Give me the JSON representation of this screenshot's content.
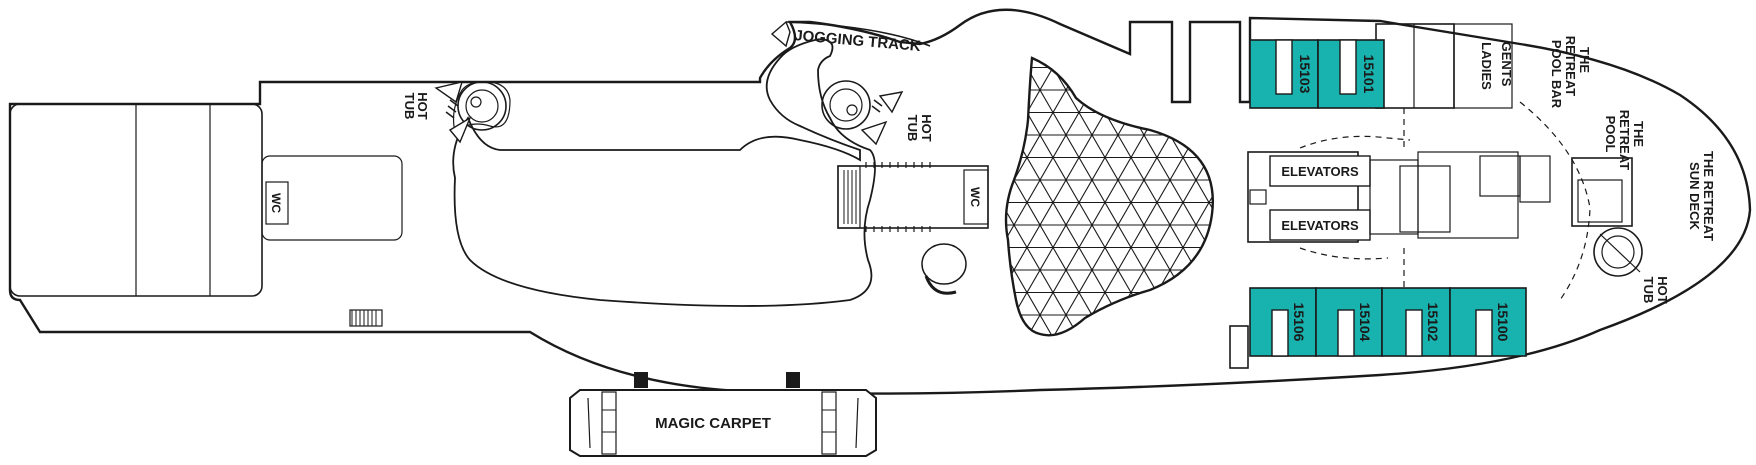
{
  "labels": {
    "jogging_track": "JOGGING TRACK",
    "hot_tub": "HOT TUB",
    "hot_tub_word1": "HOT",
    "hot_tub_word2": "TUB",
    "wc": "WC",
    "elevators": "ELEVATORS",
    "gents": "GENTS",
    "ladies": "LADIES",
    "retreat_pool_bar": [
      "THE",
      "RETREAT",
      "POOL BAR"
    ],
    "retreat_pool": [
      "THE",
      "RETREAT",
      "POOL"
    ],
    "retreat_sun_deck": [
      "THE RETREAT",
      "SUN DECK"
    ],
    "magic_carpet": "MAGIC CARPET"
  },
  "cabins": {
    "top": [
      "15103",
      "15101"
    ],
    "bottom": [
      "15106",
      "15104",
      "15102",
      "15100"
    ]
  },
  "colors": {
    "cabin_fill": "#18b3ae",
    "line": "#1a1a1a",
    "background": "#ffffff"
  }
}
